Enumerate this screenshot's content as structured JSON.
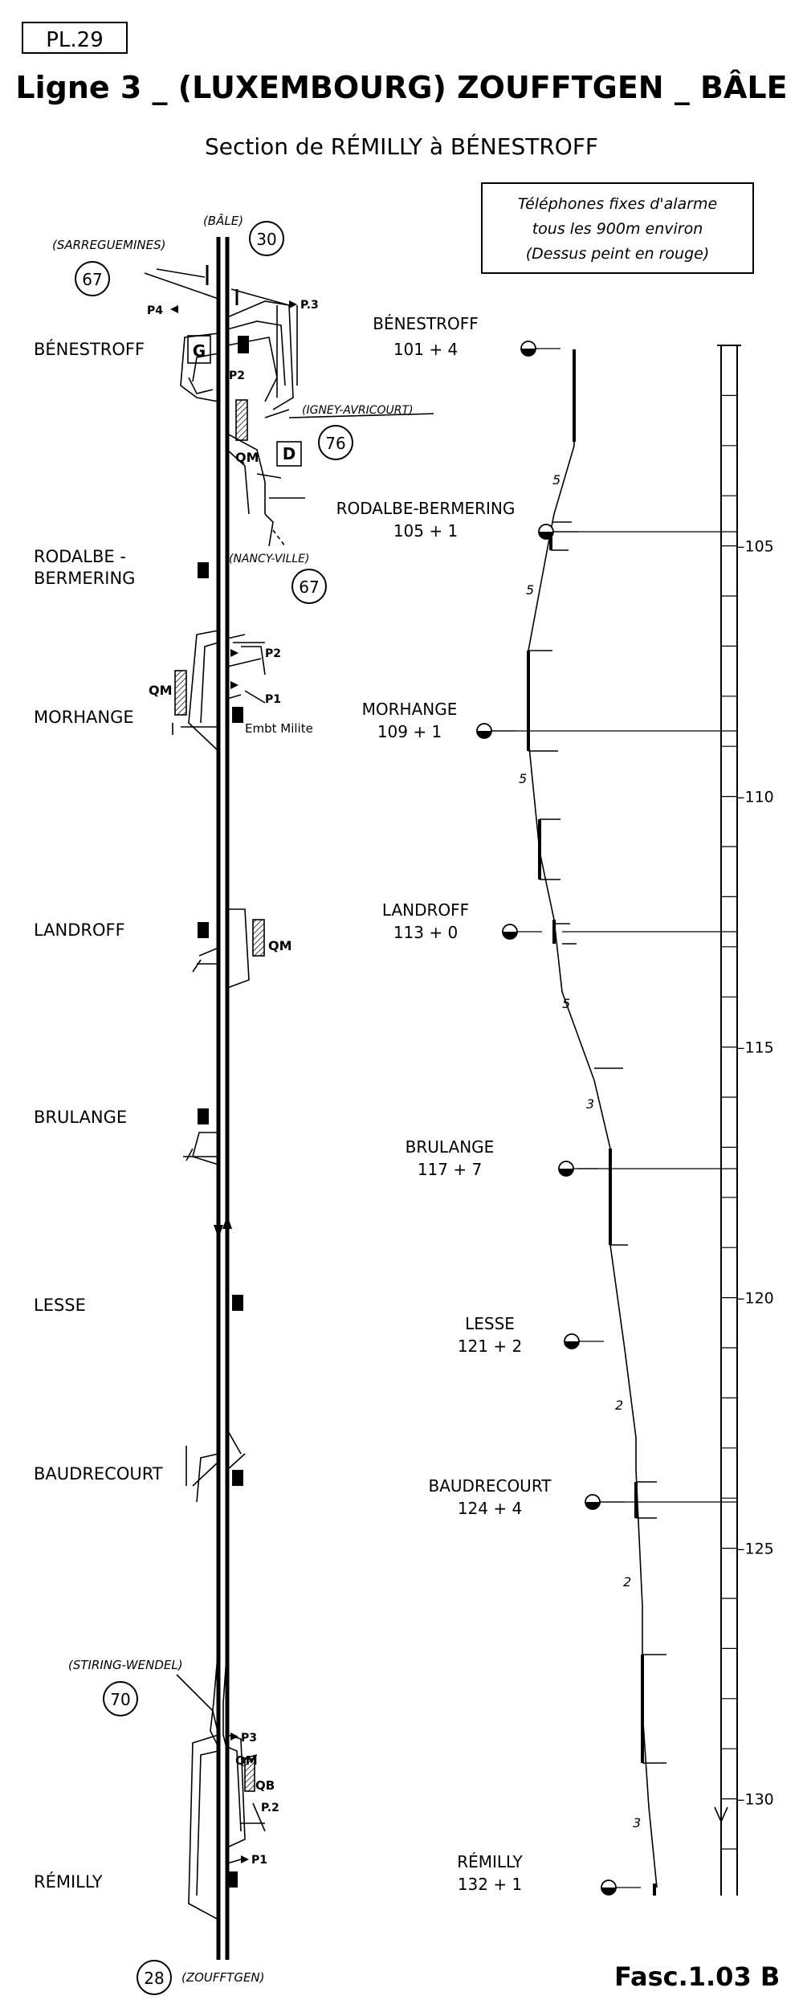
{
  "header": {
    "plate": "PL.29",
    "title": "Ligne 3 _ (LUXEMBOURG) ZOUFFTGEN _ BÂLE",
    "subtitle": "Section de RÉMILLY à BÉNESTROFF"
  },
  "alarm_note": {
    "line1": "Téléphones fixes d'alarme",
    "line2": "tous les 900m environ",
    "line3": "(Dessus peint en rouge)"
  },
  "track": {
    "direction_top": "(BÂLE)",
    "circle_top": "30",
    "circle_bottom": "28",
    "direction_bottom": "(ZOUFFTGEN)"
  },
  "connections": [
    {
      "label": "(SARREGUEMINES)",
      "number": "67"
    },
    {
      "label": "(IGNEY-AVRICOURT)",
      "number": "76"
    },
    {
      "label": "(NANCY-VILLE)",
      "number": "67"
    },
    {
      "label": "(STIRING-WENDEL)",
      "number": "70"
    }
  ],
  "stations": [
    {
      "name": "BÉNESTROFF",
      "km": "101 + 4"
    },
    {
      "name": "RODALBE-BERMERING",
      "name_left_1": "RODALBE -",
      "name_left_2": "BERMERING",
      "km": "105 + 1"
    },
    {
      "name": "MORHANGE",
      "km": "109 + 1"
    },
    {
      "name": "LANDROFF",
      "km": "113 + 0"
    },
    {
      "name": "BRULANGE",
      "km": "117 + 7"
    },
    {
      "name": "LESSE",
      "km": "121 + 2"
    },
    {
      "name": "BAUDRECOURT",
      "km": "124 + 4"
    },
    {
      "name": "RÉMILLY",
      "km": "132 + 1"
    }
  ],
  "track_marks": {
    "p1": "P1",
    "p2": "P2",
    "p3": "P.3",
    "p3b": "P3",
    "p2b": "P.2",
    "p4": "P4",
    "g": "G",
    "d": "D",
    "qm": "QM",
    "qb": "QB",
    "emb": "Embt Milite"
  },
  "scale_ticks": [
    "105",
    "110",
    "115",
    "120",
    "125",
    "130"
  ],
  "gradients": [
    "5",
    "5",
    "5",
    "5",
    "3",
    "2",
    "2",
    "3"
  ],
  "footer": {
    "fascicle": "Fasc.1.03 B"
  }
}
